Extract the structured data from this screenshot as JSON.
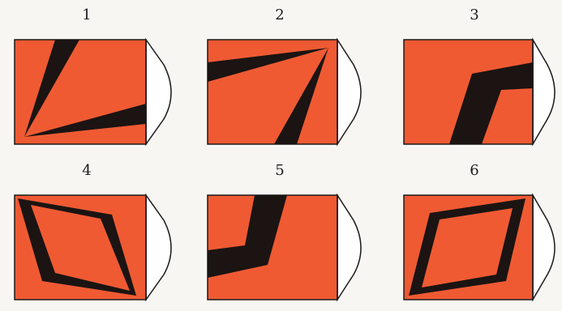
{
  "colors": {
    "background": "#f7f6f2",
    "square_fill": "#ef5a33",
    "shape_fill": "#1b1412",
    "outline": "#1a1a1a",
    "flap_fill": "#ffffff"
  },
  "panels": [
    {
      "number": "1",
      "shape": "two-narrow-wedges-from-bottom-left"
    },
    {
      "number": "2",
      "shape": "two-narrow-wedges-from-top-right"
    },
    {
      "number": "3",
      "shape": "bent-band-from-right-to-bottom"
    },
    {
      "number": "4",
      "shape": "kite-outline-corner-to-corner"
    },
    {
      "number": "5",
      "shape": "bent-band-from-top-to-left"
    },
    {
      "number": "6",
      "shape": "kite-outline-corner-to-corner"
    }
  ]
}
